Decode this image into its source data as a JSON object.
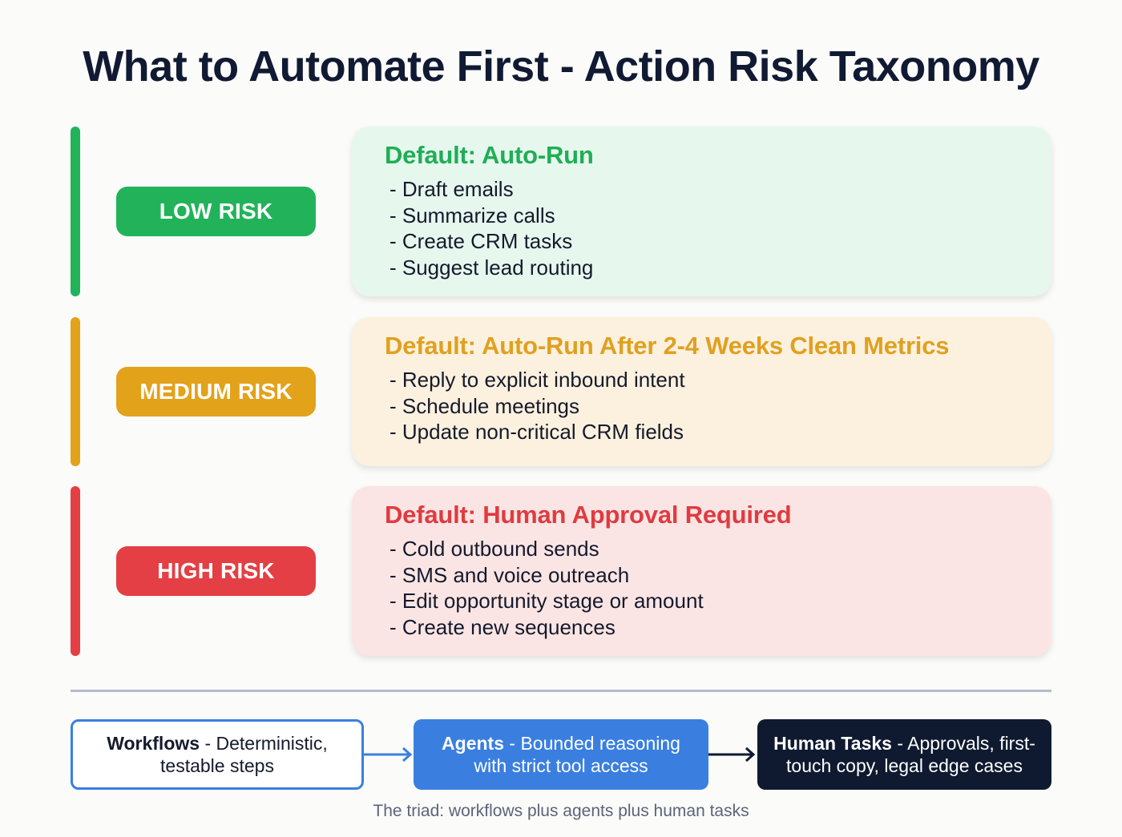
{
  "title": "What to Automate First - Action Risk Taxonomy",
  "tiers": [
    {
      "risk_label": "LOW RISK",
      "color": "#22b35a",
      "card_bg": "#e6f7ee",
      "heading": "Default: Auto-Run",
      "items": [
        "- Draft emails",
        "- Summarize calls",
        "- Create CRM tasks",
        "- Suggest lead routing"
      ]
    },
    {
      "risk_label": "MEDIUM RISK",
      "color": "#e2a21a",
      "card_bg": "#fcf1de",
      "heading": "Default: Auto-Run After 2-4 Weeks Clean Metrics",
      "items": [
        "- Reply to explicit inbound intent",
        "- Schedule meetings",
        "- Update non-critical CRM fields"
      ]
    },
    {
      "risk_label": "HIGH RISK",
      "color": "#e43f44",
      "card_bg": "#fbe5e4",
      "heading": "Default: Human Approval Required",
      "items": [
        "- Cold outbound sends",
        "- SMS and voice outreach",
        "- Edit opportunity stage or amount",
        "- Create new sequences"
      ]
    }
  ],
  "triad": [
    {
      "bold": "Workflows",
      "rest": " - Deterministic, testable steps"
    },
    {
      "bold": "Agents",
      "rest": " - Bounded reasoning with strict tool access"
    },
    {
      "bold": "Human Tasks",
      "rest": " - Approvals, first-touch copy, legal edge cases"
    }
  ],
  "caption": "The triad: workflows plus agents plus human tasks",
  "colors": {
    "title": "#111a33",
    "workflow_border": "#3a7fe0",
    "agent_bg": "#3a7fe0",
    "human_bg": "#0f1a30",
    "divider": "#b4bccb"
  }
}
